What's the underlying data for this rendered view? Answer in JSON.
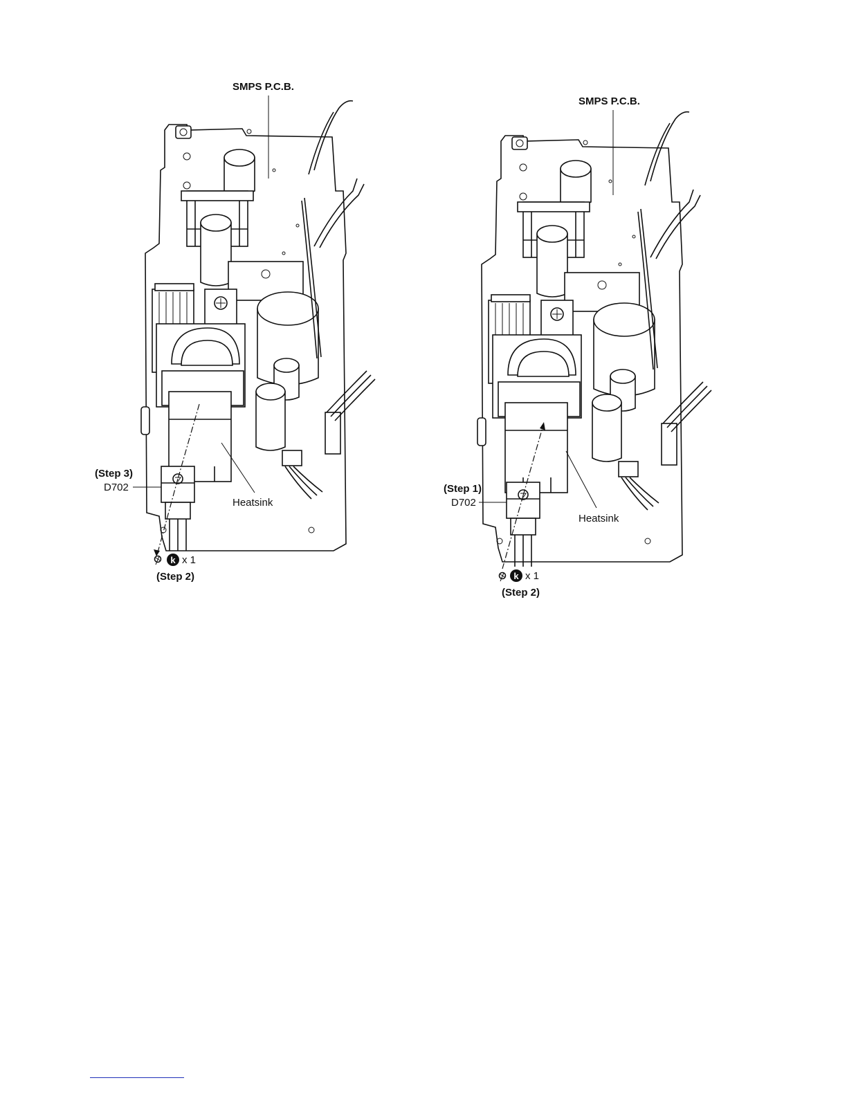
{
  "figures": [
    {
      "id": "left",
      "pcb_label": "SMPS P.C.B.",
      "component_label": "D702",
      "heatsink_label": "Heatsink",
      "step_part": "(Step 3)",
      "step_screw": "(Step 2)",
      "screw_badge": "k",
      "screw_qty": "x 1"
    },
    {
      "id": "right",
      "pcb_label": "SMPS P.C.B.",
      "component_label": "D702",
      "heatsink_label": "Heatsink",
      "step_part": "(Step 1)",
      "step_screw": "(Step 2)",
      "screw_badge": "k",
      "screw_qty": "x 1"
    }
  ],
  "colors": {
    "line": "#111111",
    "footer_rule": "#1e2fb8"
  }
}
